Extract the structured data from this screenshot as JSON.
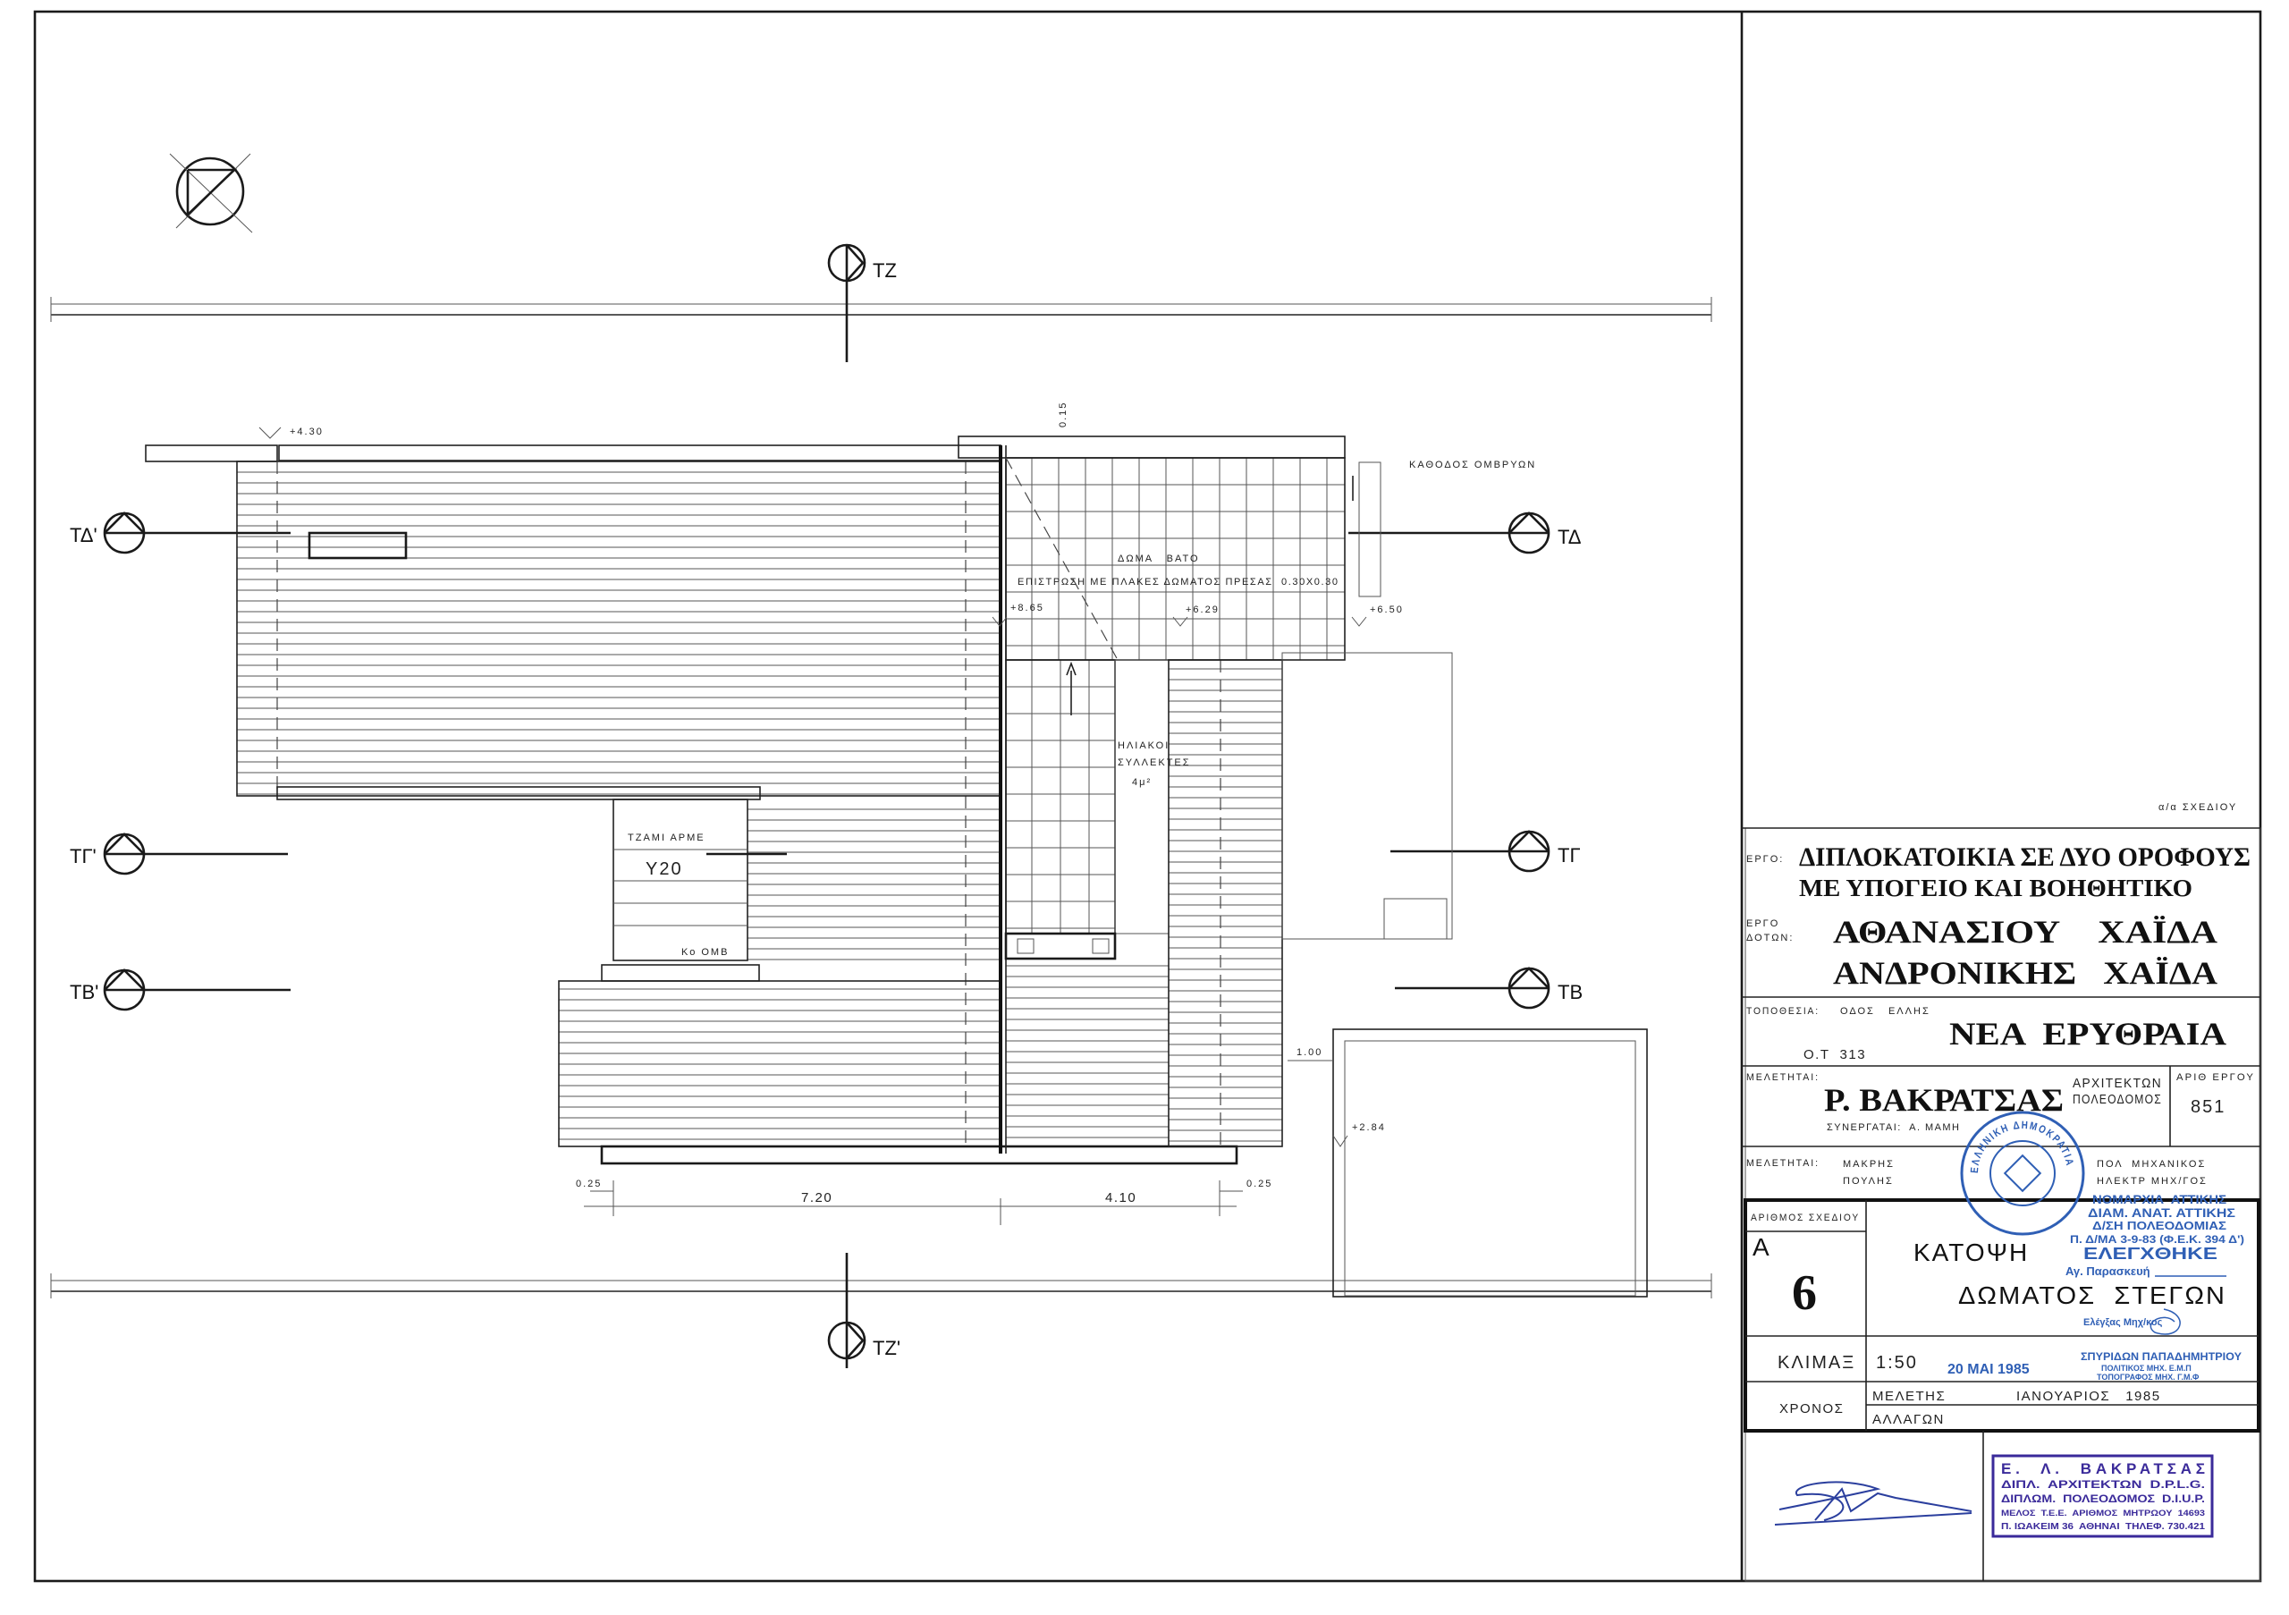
{
  "plan": {
    "section_markers": {
      "tz_top": "ΤΖ",
      "tz_bottom": "ΤΖ'",
      "td_left": "ΤΔ'",
      "td_right": "ΤΔ",
      "tg_left": "ΤΓ'",
      "tg_right": "ΤΓ",
      "tb_left": "ΤΒ'",
      "tb_right": "ΤΒ"
    },
    "labels": {
      "level_430": "+4.30",
      "dim_015": "0.15",
      "rain_downpipe": "ΚΑΘΟΔΟΣ ΟΜΒΡΥΩΝ",
      "walkable_roof": "ΔΩΜΑ   ΒΑΤΟ",
      "roof_tiles": "ΕΠΙΣΤΡΩΣΗ ΜΕ ΠΛΑΚΕΣ ΔΩΜΑΤΟΣ ΠΡΕΣΑΣ  0.30Χ0.30",
      "level_865": "+8.65",
      "level_629": "+6.29",
      "level_650": "+6.50",
      "solar_1": "ΗΛΙΑΚΟΙ",
      "solar_2": "ΣΥΛΛΕΚΤΕΣ",
      "solar_area": "4μ²",
      "glass": "ΤΖΑΜΙ ΑΡΜΕ",
      "y20": "Υ20",
      "downpipe_short": "Κο ΟΜΒ",
      "dim_100": "1.00",
      "level_284": "+2.84",
      "dim_025_left": "0.25",
      "dim_720": "7.20",
      "dim_410": "4.10",
      "dim_025_right": "0.25"
    }
  },
  "title_block": {
    "sheet_no_label": "α/α ΣΧΕΔΙΟΥ",
    "project_label": "ΕΡΓΟ:",
    "project_line1": "ΔΙΠΛΟΚΑΤΟΙΚΙΑ ΣΕ ΔΥΟ ΟΡΟΦΟΥΣ",
    "project_line2": "ΜΕ ΥΠΟΓΕΙΟ ΚΑΙ ΒΟΗΘΗΤΙΚΟ",
    "client_label_1": "ΕΡΓΟ",
    "client_label_2": "ΔΟΤΩΝ:",
    "client_1": "ΑΘΑΝΑΣΙΟΥ    ΧΑΪΔΑ",
    "client_2": "ΑΝΔΡΟΝΙΚΗΣ   ΧΑΪΔΑ",
    "location_label": "ΤΟΠΟΘΕΣΙΑ:",
    "street": "ΟΔΟΣ   ΕΛΛΗΣ",
    "town": "ΝΕΑ  ΕΡΥΘΡΑΙΑ",
    "block": "Ο.Τ  313",
    "designers_label": "ΜΕΛΕΤΗΤΑΙ:",
    "architect": "Ρ. ΒΑΚΡΑΤΣΑΣ",
    "architect_title_1": "ΑΡΧΙΤΕΚΤΩΝ",
    "architect_title_2": "ΠΟΛΕΟΔΟΜΟΣ",
    "collaborators": "ΣΥΝΕΡΓΑΤΑΙ:  Α. ΜΑΜΗ",
    "project_no_label": "ΑΡΙΘ ΕΡΓΟΥ",
    "project_no": "851",
    "engineers_label": "ΜΕΛΕΤΗΤΑΙ:",
    "engineer_1": "ΜΑΚΡΗΣ",
    "engineer_2": "ΠΟΥΛΗΣ",
    "engineer_1_role": "ΠΟΛ  ΜΗΧΑΝΙΚΟΣ",
    "engineer_2_role": "ΗΛΕΚΤΡ ΜΗΧ/ΓΟΣ",
    "drawing_no_label": "ΑΡΙΘΜΟΣ ΣΧΕΔΙΟΥ",
    "drawing_series": "Α",
    "drawing_no": "6",
    "drawing_title_1": "ΚΑΤΟΨΗ",
    "drawing_title_2": "ΔΩΜΑΤΟΣ  ΣΤΕΓΩΝ",
    "scale_label": "ΚΛΙΜΑΞ",
    "scale": "1:50",
    "time_label": "ΧΡΟΝΟΣ",
    "study_label": "ΜΕΛΕΤΗΣ",
    "study_date": "ΙΑΝΟΥΑΡΙΟΣ   1985",
    "changes_label": "ΑΛΛΑΓΩΝ"
  },
  "stamps": {
    "seal_text": "ΕΛΛΗΝΙΚΗ ΔΗΜΟΚΡΑΤΙΑ",
    "approval_1": "ΝΟΜΑΡΧΙΑ  ΑΤΤΙΚΗΣ",
    "approval_2": "ΔΙΑΜ. ΑΝΑΤ. ΑΤΤΙΚΗΣ",
    "approval_3": "Δ/ΣΗ ΠΟΛΕΟΔΟΜΙΑΣ",
    "approval_4": "Π. Δ/ΜΑ 3-9-83 (Φ.Ε.Κ. 394 Δ')",
    "approval_5": "ΕΛΕΓΧΘΗΚΕ",
    "approval_6": "Αγ. Παρασκευή",
    "approval_7": "Ελέγξας Μηχ/κος",
    "date_stamp": "20 MAI 1985",
    "engineer_stamp_1": "ΣΠΥΡΙΔΩΝ ΠΑΠΑΔΗΜΗΤΡΙΟΥ",
    "engineer_stamp_2": "ΠΟΛΙΤΙΚΟΣ ΜΗΧ. Ε.Μ.Π",
    "engineer_stamp_3": "ΤΟΠΟΓΡΑΦΟΣ ΜΗΧ. Γ.Μ.Φ",
    "architect_stamp_1": "Ε.  Λ.  ΒΑΚΡΑΤΣΑΣ",
    "architect_stamp_2": "ΔΙΠΛ.  ΑΡΧΙΤΕΚΤΩΝ  D.P.L.G.",
    "architect_stamp_3": "ΔΙΠΛΩΜ.  ΠΟΛΕΟΔΟΜΟΣ  D.I.U.P.",
    "architect_stamp_4": "ΜΕΛΟΣ  Τ.Ε.Ε.  ΑΡΙΘΜΟΣ  ΜΗΤΡΩΟΥ  14693",
    "architect_stamp_5": "Π. ΙΩΑΚΕΙΜ 36  ΑΘΗΝΑΙ  ΤΗΛΕΦ. 730.421",
    "blue": "#2f5fb5",
    "purple": "#3a2a9a"
  }
}
